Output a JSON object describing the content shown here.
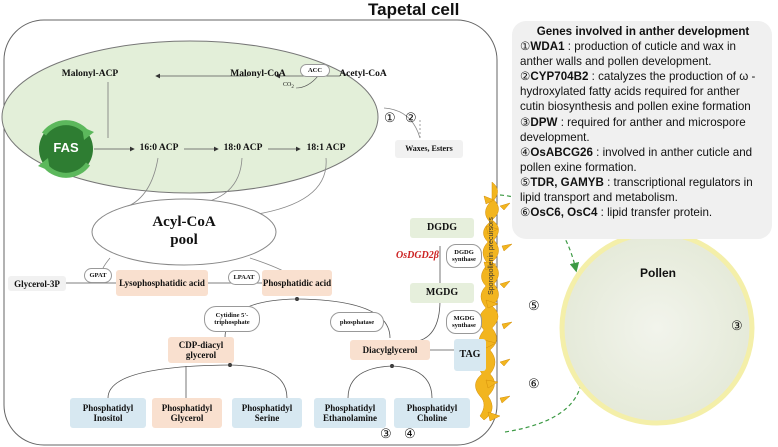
{
  "title": "Tapetal cell",
  "colors": {
    "cell_border": "#555555",
    "fa_ellipse_fill": "#e3efd9",
    "peach_box": "#f9e0cf",
    "blue_box": "#d7e8f1",
    "green_box": "#e6efdc",
    "arrow_green": "#3d9a45",
    "red_gene": "#cc2222",
    "pollen_fill": "#eef1e8",
    "pollen_ring": "#f4efa9"
  },
  "fa_synthesis": {
    "malonyl_acp": "Malonyl-ACP",
    "malonyl_coa": "Malonyl-CoA",
    "acetyl_coa": "Acetyl-CoA",
    "acc": "ACC",
    "co2": "CO",
    "co2_sub": "2",
    "fas": "FAS",
    "acp_16": "16:0 ACP",
    "acp_18_0": "18:0 ACP",
    "acp_18_1": "18:1 ACP"
  },
  "waxes": "Waxes, Esters",
  "acyl_pool": {
    "line1": "Acyl-CoA",
    "line2": "pool"
  },
  "nodes": {
    "glycerol3p": "Glycerol-3P",
    "gpat": "GPAT",
    "lysopa": "Lysophosphatidic acid",
    "lpaat": "LPAAT",
    "pa": "Phosphatidic acid",
    "cytidine": "Cytidine 5'-triphosphate",
    "phosphatase": "phosphatase",
    "cdp": "CDP-diacyl glycerol",
    "dag": "Diacylglycerol",
    "tag": "TAG",
    "dgdg": "DGDG",
    "mgdg": "MGDG",
    "osdgd2b": "OsDGD2β",
    "dgdg_synthase": "DGDG synthase",
    "mgdg_synthase": "MGDG synthase",
    "sporopollenin": "Sporopollenin precursors",
    "pi": "Phosphatidyl Inositol",
    "pg": "Phosphatidyl Glycerol",
    "ps": "Phosphatidyl Serine",
    "pe": "Phosphatidyl Ethanolamine",
    "pc": "Phosphatidyl Choline"
  },
  "markers": {
    "m1": "①",
    "m2": "②",
    "m3": "③",
    "m4": "④",
    "m5": "⑤",
    "m6": "⑥"
  },
  "pollen": {
    "label": "Pollen",
    "marker": "③"
  },
  "genes": {
    "title": "Genes involved in anther development",
    "items": [
      {
        "num": "①",
        "name": "WDA1",
        "text": " : production  of cuticle and wax in anther walls and pollen development."
      },
      {
        "num": "②",
        "name": "CYP704B2",
        "text": " : catalyzes the production  of ω -hydroxylated fatty acids required for anther cutin biosynthesis and pollen exine formation"
      },
      {
        "num": "③",
        "name": "DPW",
        "text": " : required for anther and microspore development."
      },
      {
        "num": "④",
        "name": "OsABCG26",
        "text": " : involved in anther cuticle and pollen exine formation."
      },
      {
        "num": "⑤",
        "name": "TDR, GAMYB",
        "text": " : transcriptional regulators in lipid transport and metabolism."
      },
      {
        "num": "⑥",
        "name": "OsC6, OsC4",
        "text": " : lipid transfer protein."
      }
    ]
  }
}
